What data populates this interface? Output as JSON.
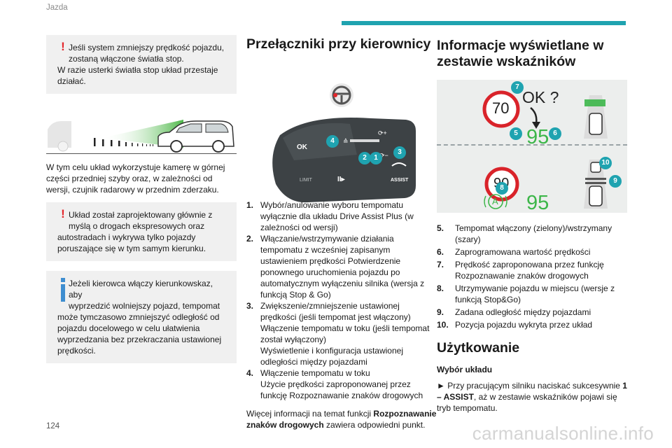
{
  "header": {
    "section": "Jazda",
    "accent": "#1fa3b0"
  },
  "page_number": "124",
  "watermark": "carmanualsonline.info",
  "left": {
    "notice1": {
      "line1": "Jeśli system zmniejszy prędkość pojazdu,",
      "line2": "zostaną włączone światła stop.",
      "rest": "W razie usterki światła stop układ przestaje działać."
    },
    "para": "W tym celu układ wykorzystuje kamerę w górnej części przedniej szyby oraz, w zależności od wersji, czujnik radarowy w przednim zderzaku.",
    "notice2": {
      "line1": "Układ został zaprojektowany głównie z",
      "line2": "myślą o drogach ekspresowych oraz",
      "rest": "autostradach i wykrywa tylko pojazdy poruszające się w tym samym kierunku."
    },
    "notice3": {
      "line1": "Jeżeli kierowca włączy kierunkowskaz, aby",
      "line2": "wyprzedzić wolniejszy pojazd, tempomat",
      "rest": "może tymczasowo zmniejszyć odległość od pojazdu docelowego w celu ułatwienia wyprzedzania bez przekraczania ustawionej prędkości."
    }
  },
  "middle": {
    "title": "Przełączniki przy kierownicy",
    "switch_labels": {
      "ok": "OK",
      "assist": "ASSIST",
      "limit": "LIMIT"
    },
    "badges": [
      "1",
      "2",
      "3",
      "4"
    ],
    "items": [
      {
        "n": "1.",
        "text": "Wybór/anulowanie wyboru tempomatu wyłącznie dla układu Drive Assist Plus (w zależności od wersji)"
      },
      {
        "n": "2.",
        "text": "Włączanie/wstrzymywanie działania tempomatu z wcześniej zapisanym ustawieniem prędkości Potwierdzenie ponownego uruchomienia pojazdu po automatycznym wyłączeniu silnika (wersja z funkcją Stop & Go)"
      },
      {
        "n": "3.",
        "text": "Zwiększenie/zmniejszenie ustawionej prędkości (jeśli tempomat jest włączony)"
      },
      {
        "n": "4.",
        "text": "Włączenie tempomatu w toku"
      }
    ],
    "item3_extra1": "Włączenie tempomatu w toku (jeśli tempomat został wyłączony)",
    "item3_extra2": "Wyświetlenie i konfiguracja ustawionej odległości między pojazdami",
    "item4_extra": "Użycie prędkości zaproponowanej przez funkcję Rozpoznawanie znaków drogowych",
    "more_pre": "Więcej informacji na temat funkcji ",
    "more_bold": "Rozpoznawanie znaków drogowych",
    "more_post": " zawiera odpowiedni punkt."
  },
  "right": {
    "title": "Informacje wyświetlane w zestawie wskaźników",
    "display": {
      "sign_top": "70",
      "ok_text": "OK ?",
      "speed_top": "95",
      "sign_bottom": "90",
      "auto_hold": "A",
      "speed_bottom": "95",
      "badges": [
        "7",
        "5",
        "6",
        "10",
        "8",
        "9"
      ],
      "green": "#3cb649",
      "sign_red": "#d9232a"
    },
    "items": [
      {
        "n": "5.",
        "text": "Tempomat włączony (zielony)/wstrzymany (szary)"
      },
      {
        "n": "6.",
        "text": "Zaprogramowana wartość prędkości"
      },
      {
        "n": "7.",
        "text": "Prędkość zaproponowana przez funkcję Rozpoznawanie znaków drogowych"
      },
      {
        "n": "8.",
        "text": "Utrzymywanie pojazdu w miejscu (wersje z funkcją Stop&Go)"
      },
      {
        "n": "9.",
        "text": "Zadana odległość między pojazdami"
      },
      {
        "n": "10.",
        "text": "Pozycja pojazdu wykryta przez układ"
      }
    ],
    "usage_title": "Użytkowanie",
    "usage_sub": "Wybór układu",
    "usage_pre": "► Przy pracującym silniku naciskać sukcesywnie ",
    "usage_bold": "1 – ASSIST",
    "usage_post": ", aż w zestawie wskaźników pojawi się tryb tempomatu."
  }
}
